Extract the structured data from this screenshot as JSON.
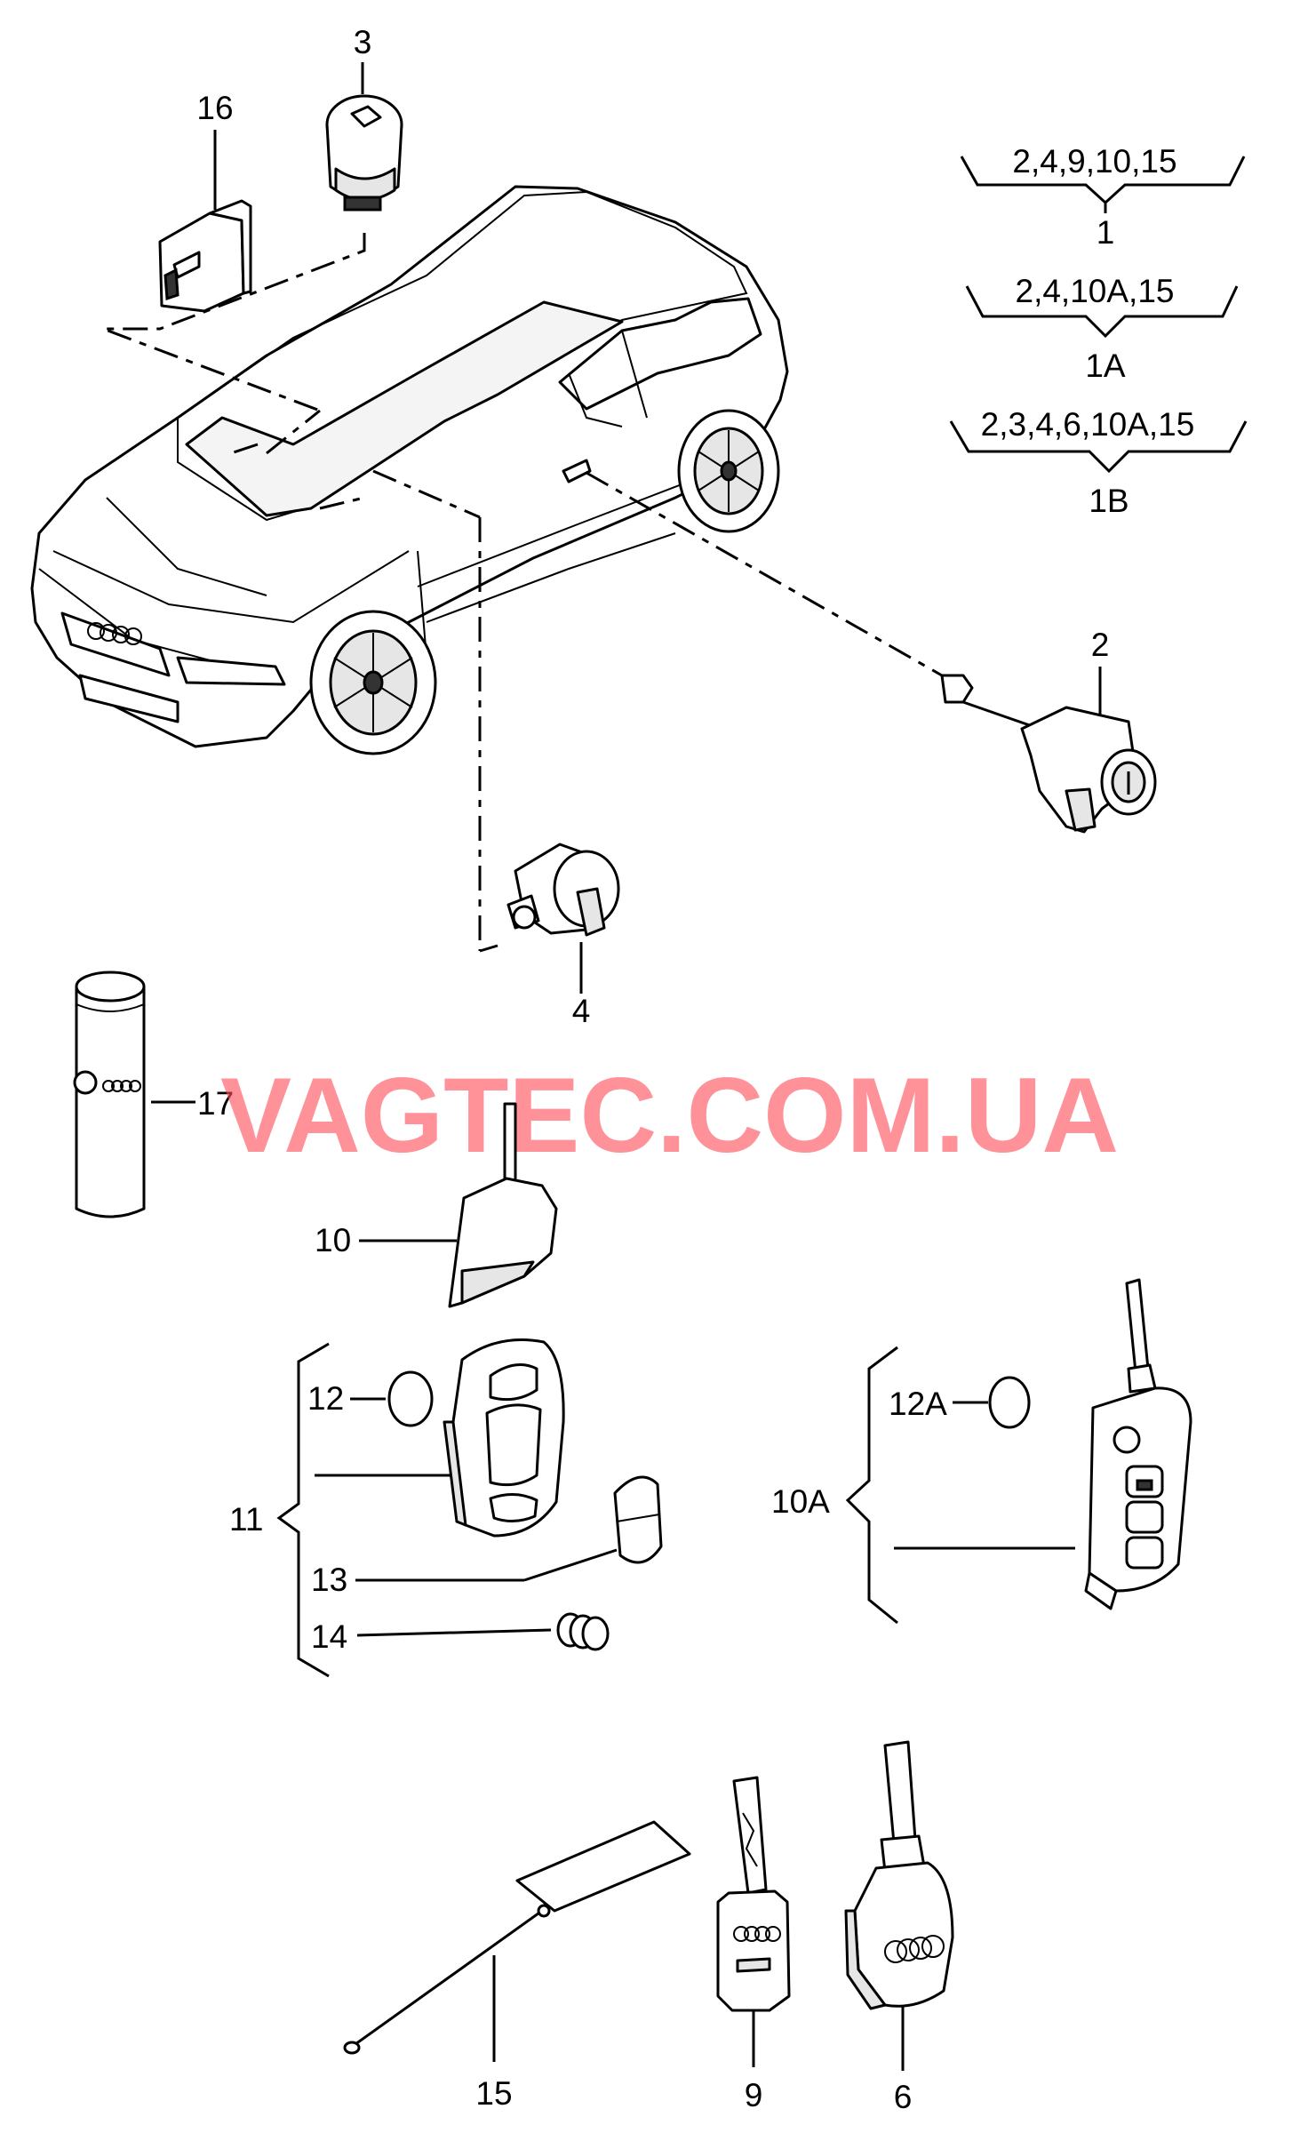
{
  "watermark": "VAGTEC.COM.UA",
  "kits": [
    {
      "contents": "2,4,9,10,15",
      "id": "1"
    },
    {
      "contents": "2,4,10A,15",
      "id": "1A"
    },
    {
      "contents": "2,3,4,6,10A,15",
      "id": "1B"
    }
  ],
  "parts": {
    "p2": "2",
    "p3": "3",
    "p4": "4",
    "p6": "6",
    "p9": "9",
    "p10": "10",
    "p10a": "10A",
    "p11": "11",
    "p12": "12",
    "p12a": "12A",
    "p13": "13",
    "p14": "14",
    "p15": "15",
    "p16": "16",
    "p17": "17"
  }
}
